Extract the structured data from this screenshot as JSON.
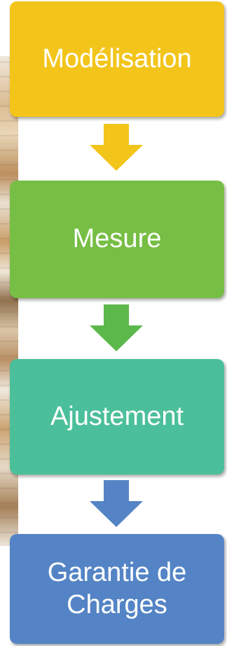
{
  "steps": [
    {
      "label": "Modélisation",
      "color": "#f3c51b"
    },
    {
      "label": "Mesure",
      "color": "#77be45"
    },
    {
      "label": "Ajustement",
      "color": "#4bbf9a"
    },
    {
      "label": "Garantie de Charges",
      "color": "#5484c5"
    }
  ],
  "arrows": [
    {
      "icon": "arrow-down-icon",
      "color": "#f3c51b"
    },
    {
      "icon": "arrow-down-icon",
      "color": "#5cb84b"
    },
    {
      "icon": "arrow-down-icon",
      "color": "#5484c5"
    }
  ]
}
